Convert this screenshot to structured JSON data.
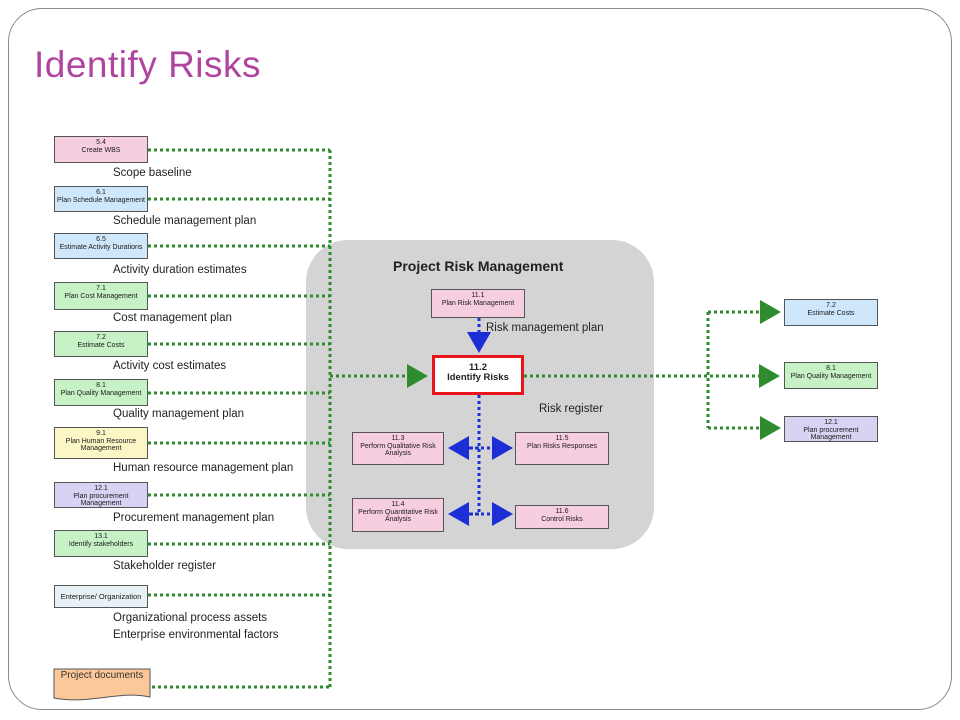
{
  "title": "Identify Risks",
  "panel": {
    "title": "Project Risk Management",
    "center_num": "11.2",
    "center_label": "Identify Risks",
    "risk_mgmt_plan_label": "Risk management plan",
    "risk_register_label": "Risk register",
    "boxes": [
      {
        "num": "11.1",
        "label": "Plan Risk Management"
      },
      {
        "num": "11.3",
        "label": "Perform Qualitative Risk Analysis"
      },
      {
        "num": "11.5",
        "label": "Plan Risks Responses"
      },
      {
        "num": "11.4",
        "label": "Perform Quantitative Risk Analysis"
      },
      {
        "num": "11.6",
        "label": "Control Risks"
      }
    ]
  },
  "inputs": [
    {
      "num": "5.4",
      "label": "Create WBS",
      "output": "Scope baseline"
    },
    {
      "num": "6.1",
      "label": "Plan Schedule Management",
      "output": "Schedule management plan"
    },
    {
      "num": "6.5",
      "label": "Estimate Activity Durations",
      "output": "Activity duration estimates"
    },
    {
      "num": "7.1",
      "label": "Plan Cost Management",
      "output": "Cost management plan"
    },
    {
      "num": "7.2",
      "label": "Estimate Costs",
      "output": "Activity cost estimates"
    },
    {
      "num": "8.1",
      "label": "Plan Quality Management",
      "output": "Quality management plan"
    },
    {
      "num": "9.1",
      "label": "Plan Human Resource Management",
      "output": "Human resource management plan"
    },
    {
      "num": "12.1",
      "label": "Plan procurement Management",
      "output": "Procurement management plan"
    },
    {
      "num": "13.1",
      "label": "Identify stakeholders",
      "output": "Stakeholder register"
    },
    {
      "num": "",
      "label": "Enterprise/ Organization",
      "output": "Organizational process assets",
      "output2": "Enterprise environmental factors"
    }
  ],
  "documents": {
    "label": "Project documents"
  },
  "outputs": [
    {
      "num": "7.2",
      "label": "Estimate Costs"
    },
    {
      "num": "8.1",
      "label": "Plan Quality Management"
    },
    {
      "num": "12.1",
      "label": "Plan procurement Management"
    }
  ],
  "colors": {
    "title": "#b0459f",
    "green_line": "#2e8b2e",
    "blue_line": "#1c2fd6",
    "highlight": "#e8141c"
  }
}
